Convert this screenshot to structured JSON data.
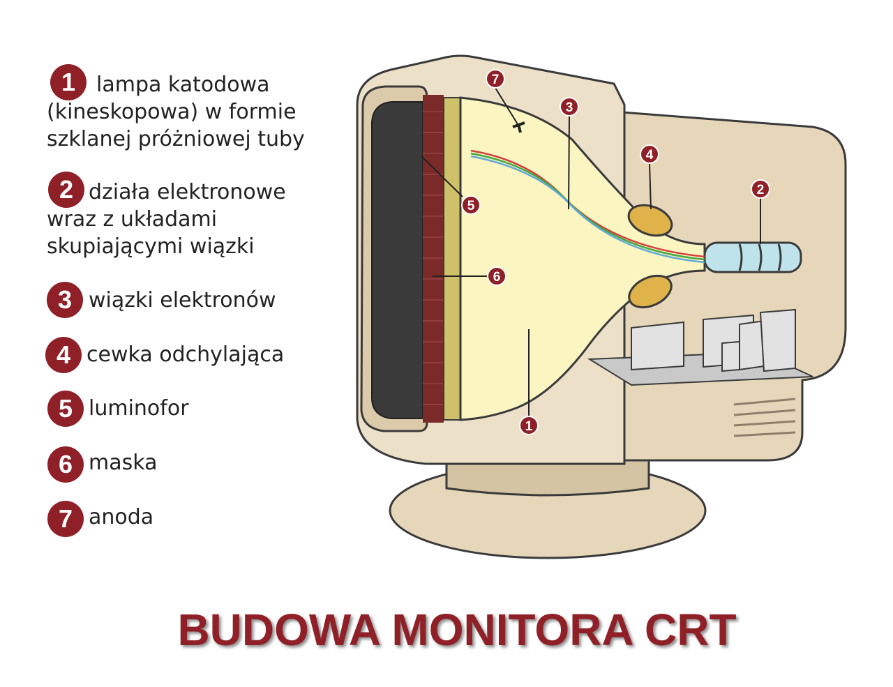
{
  "title": "BUDOWA MONITORA CRT",
  "colors": {
    "accent": "#8f2027",
    "casing": "#e9dcc4",
    "casing_dark": "#d8c7a8",
    "tube": "#fbf5c2",
    "screen": "#3a3a3a",
    "phosphor": "#7b2a2a"
  },
  "legend": [
    {
      "number": "1",
      "text": "lampa katodowa\n(kineskopowa) w formie\nszklanej próżniowej tuby"
    },
    {
      "number": "2",
      "text": "działa elektronowe\nwraz z układami\nskupiającymi wiązki"
    },
    {
      "number": "3",
      "text": "wiązki elektronów"
    },
    {
      "number": "4",
      "text": "cewka odchylająca"
    },
    {
      "number": "5",
      "text": "luminofor"
    },
    {
      "number": "6",
      "text": "maska"
    },
    {
      "number": "7",
      "text": "anoda"
    }
  ],
  "diagram_markers": [
    "7",
    "3",
    "4",
    "2",
    "5",
    "6",
    "1"
  ]
}
